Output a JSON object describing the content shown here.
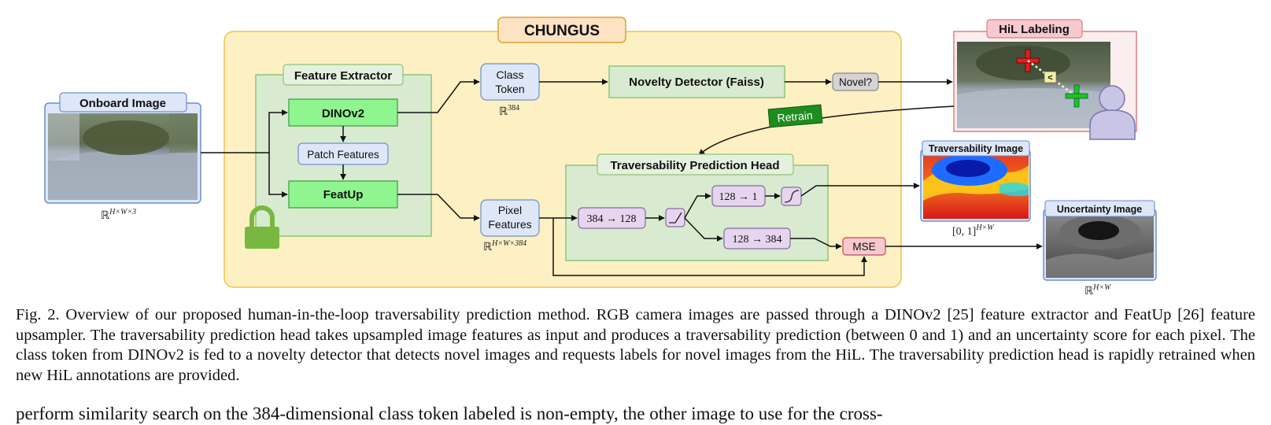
{
  "diagram": {
    "main_title": "CHUNGUS",
    "feature_extractor": {
      "title": "Feature Extractor",
      "dinov2": "DINOv2",
      "patch_features": "Patch Features",
      "featup": "FeatUp"
    },
    "onboard_image": {
      "title": "Onboard Image",
      "dim": "ℝ",
      "dim_sup": "H×W×3"
    },
    "class_token": {
      "line1": "Class",
      "line2": "Token",
      "dim": "ℝ",
      "dim_sup": "384"
    },
    "pixel_features": {
      "line1": "Pixel",
      "line2": "Features",
      "dim": "ℝ",
      "dim_sup": "H×W×384"
    },
    "novelty_detector": "Novelty Detector (Faiss)",
    "novel": "Novel?",
    "hil_labeling": "HiL Labeling",
    "hil_marker": "<",
    "retrain": "Retrain",
    "tph": {
      "title": "Traversability Prediction Head",
      "layer1": "384 → 128",
      "layer_a": "128 → 1",
      "layer_b": "128 → 384",
      "mse": "MSE"
    },
    "traversability_image": {
      "title": "Traversability Image",
      "dim": "[0, 1]",
      "dim_sup": "H×W"
    },
    "uncertainty_image": {
      "title": "Uncertainty Image",
      "dim": "ℝ",
      "dim_sup": "H×W"
    },
    "colors": {
      "outer_box": "#fdf0c2",
      "outer_border": "#f0c24a",
      "green_box": "#d8ebd0",
      "green_border": "#8dc47a",
      "bright_green": "#8ff58f",
      "blue_box": "#dde7f7",
      "blue_border": "#6c8fce",
      "purple_box": "#e6d5ee",
      "pink_box": "#f6c9cf",
      "retrain_green": "#1e8c1e",
      "lock_green": "#77b940",
      "person": "#c9c5e6"
    }
  },
  "caption": "Fig. 2.  Overview of our proposed human-in-the-loop traversability prediction method. RGB camera images are passed through a DINOv2 [25] feature extractor and FeatUp [26] feature upsampler. The traversability prediction head takes upsampled image features as input and produces a traversability prediction (between 0 and 1) and an uncertainty score for each pixel. The class token from DINOv2 is fed to a novelty detector that detects novel images and requests labels for novel images from the HiL. The traversability prediction head is rapidly retrained when new HiL annotations are provided.",
  "body_text": "perform similarity search on the 384-dimensional class token    labeled is non-empty, the other image to use for the cross-"
}
